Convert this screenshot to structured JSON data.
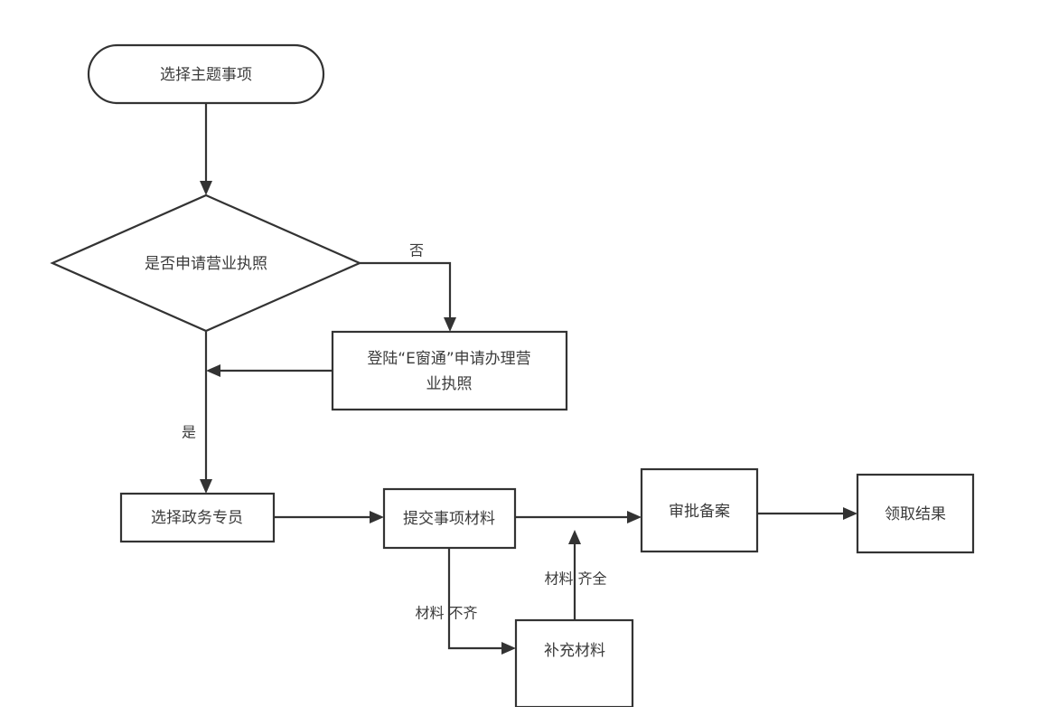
{
  "diagram": {
    "type": "flowchart",
    "orientation": "top-to-bottom",
    "background_color": "#ffffff",
    "stroke_color": "#333333",
    "text_color": "#3b3b3b",
    "nodes": [
      {
        "id": "start",
        "shape": "stadium",
        "label": "选择主题事项"
      },
      {
        "id": "decision_license",
        "shape": "diamond",
        "label": "是否申请营业执照"
      },
      {
        "id": "ewindow",
        "shape": "rectangle",
        "label_line1": "登陆“E窗通”申请办理营",
        "label_line2": "业执照"
      },
      {
        "id": "select_officer",
        "shape": "rectangle",
        "label": "选择政务专员"
      },
      {
        "id": "submit_materials",
        "shape": "rectangle",
        "label": "提交事项材料"
      },
      {
        "id": "approval_record",
        "shape": "rectangle",
        "label": "审批备案"
      },
      {
        "id": "collect_result",
        "shape": "rectangle",
        "label": "领取结果"
      },
      {
        "id": "supplement_materials",
        "shape": "rectangle",
        "label": "补充材料"
      }
    ],
    "edge_labels": {
      "no_branch": "否",
      "yes_branch": "是",
      "materials_incomplete": "材料 不齐",
      "materials_complete": "材料 齐全"
    }
  }
}
